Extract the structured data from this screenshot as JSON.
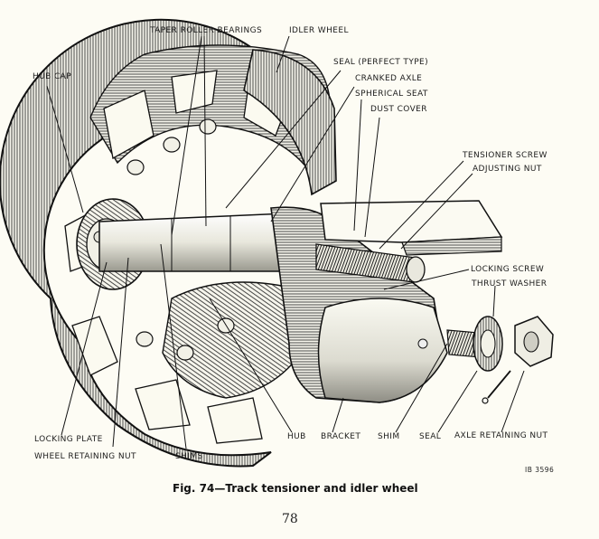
{
  "figure": {
    "caption": "Fig. 74—Track tensioner and idler wheel",
    "plate_ref": "IB 3596",
    "page_number": "78"
  },
  "labels": {
    "taper_roller_bearings": "TAPER ROLLER BEARINGS",
    "idler_wheel": "IDLER WHEEL",
    "hub_cap": "HUB CAP",
    "seal_perfect_type": "SEAL (PERFECT TYPE)",
    "cranked_axle": "CRANKED AXLE",
    "spherical_seat": "SPHERICAL SEAT",
    "dust_cover": "DUST COVER",
    "tensioner_screw": "TENSIONER SCREW",
    "adjusting_nut": "ADJUSTING NUT",
    "locking_screw": "LOCKING SCREW",
    "thrust_washer": "THRUST WASHER",
    "locking_plate": "LOCKING PLATE",
    "wheel_retaining_nut": "WHEEL RETAINING NUT",
    "shims": "SHIMS",
    "hub": "HUB",
    "bracket": "BRACKET",
    "shim": "SHIM",
    "seal": "SEAL",
    "axle_retaining_nut": "AXLE RETAINING NUT"
  },
  "colors": {
    "paper": "#fdfcf4",
    "ink": "#1a1a1a"
  }
}
